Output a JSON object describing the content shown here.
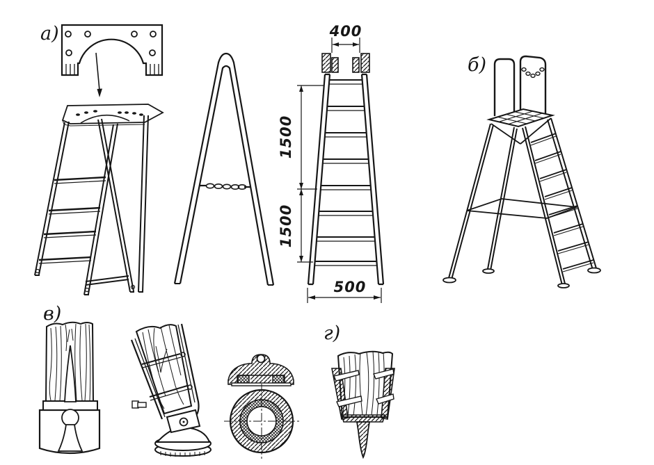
{
  "page": {
    "background": "#ffffff",
    "ink": "#161616"
  },
  "labels": {
    "a": "а)",
    "b": "б)",
    "v": "в)",
    "g": "г)"
  },
  "dimensions": {
    "top_width": "400",
    "upper_section_height": "1500",
    "lower_section_height": "1500",
    "bottom_width": "500"
  }
}
